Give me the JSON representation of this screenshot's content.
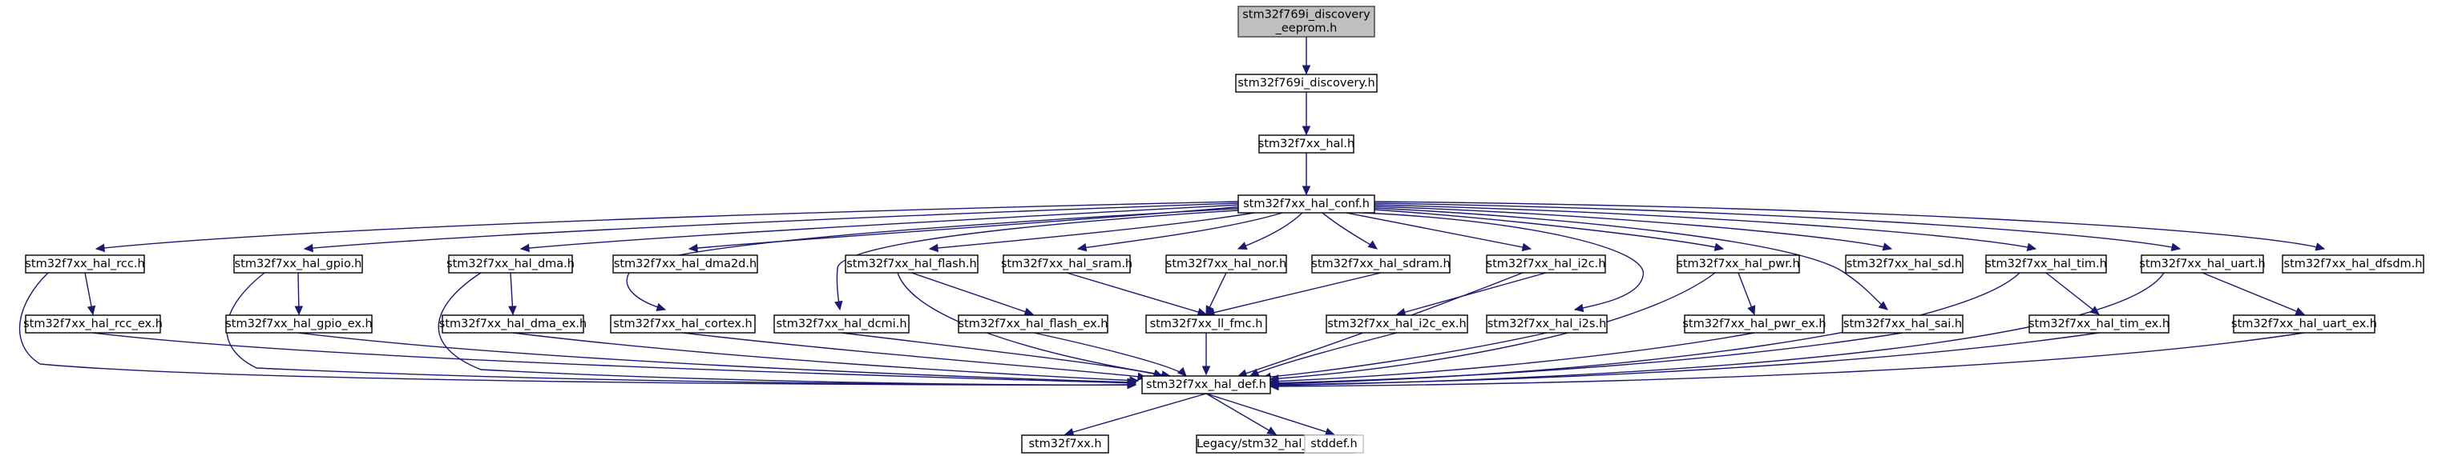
{
  "diagram": {
    "colors": {
      "edge": "#191970",
      "root_fill": "#bfbfbf",
      "node_border": "#000000",
      "external_border": "#bfbfbf"
    },
    "nodes": [
      {
        "id": "eeprom",
        "lines": [
          "stm32f769i_discovery",
          "_eeprom.h"
        ],
        "kind": "root"
      },
      {
        "id": "discovery",
        "lines": [
          "stm32f769i_discovery.h"
        ]
      },
      {
        "id": "hal",
        "lines": [
          "stm32f7xx_hal.h"
        ]
      },
      {
        "id": "conf",
        "lines": [
          "stm32f7xx_hal_conf.h"
        ]
      },
      {
        "id": "rcc",
        "lines": [
          "stm32f7xx_hal_rcc.h"
        ]
      },
      {
        "id": "gpio",
        "lines": [
          "stm32f7xx_hal_gpio.h"
        ]
      },
      {
        "id": "dma",
        "lines": [
          "stm32f7xx_hal_dma.h"
        ]
      },
      {
        "id": "dma2d",
        "lines": [
          "stm32f7xx_hal_dma2d.h"
        ]
      },
      {
        "id": "flash",
        "lines": [
          "stm32f7xx_hal_flash.h"
        ]
      },
      {
        "id": "sram",
        "lines": [
          "stm32f7xx_hal_sram.h"
        ]
      },
      {
        "id": "nor",
        "lines": [
          "stm32f7xx_hal_nor.h"
        ]
      },
      {
        "id": "sdram",
        "lines": [
          "stm32f7xx_hal_sdram.h"
        ]
      },
      {
        "id": "i2c",
        "lines": [
          "stm32f7xx_hal_i2c.h"
        ]
      },
      {
        "id": "pwr",
        "lines": [
          "stm32f7xx_hal_pwr.h"
        ]
      },
      {
        "id": "sd",
        "lines": [
          "stm32f7xx_hal_sd.h"
        ]
      },
      {
        "id": "tim",
        "lines": [
          "stm32f7xx_hal_tim.h"
        ]
      },
      {
        "id": "uart",
        "lines": [
          "stm32f7xx_hal_uart.h"
        ]
      },
      {
        "id": "dfsdm",
        "lines": [
          "stm32f7xx_hal_dfsdm.h"
        ]
      },
      {
        "id": "rcc_ex",
        "lines": [
          "stm32f7xx_hal_rcc_ex.h"
        ]
      },
      {
        "id": "gpio_ex",
        "lines": [
          "stm32f7xx_hal_gpio_ex.h"
        ]
      },
      {
        "id": "dma_ex",
        "lines": [
          "stm32f7xx_hal_dma_ex.h"
        ]
      },
      {
        "id": "cortex",
        "lines": [
          "stm32f7xx_hal_cortex.h"
        ]
      },
      {
        "id": "dcmi",
        "lines": [
          "stm32f7xx_hal_dcmi.h"
        ]
      },
      {
        "id": "flash_ex",
        "lines": [
          "stm32f7xx_hal_flash_ex.h"
        ]
      },
      {
        "id": "ll_fmc",
        "lines": [
          "stm32f7xx_ll_fmc.h"
        ]
      },
      {
        "id": "i2c_ex",
        "lines": [
          "stm32f7xx_hal_i2c_ex.h"
        ]
      },
      {
        "id": "i2s",
        "lines": [
          "stm32f7xx_hal_i2s.h"
        ]
      },
      {
        "id": "pwr_ex",
        "lines": [
          "stm32f7xx_hal_pwr_ex.h"
        ]
      },
      {
        "id": "sai",
        "lines": [
          "stm32f7xx_hal_sai.h"
        ]
      },
      {
        "id": "tim_ex",
        "lines": [
          "stm32f7xx_hal_tim_ex.h"
        ]
      },
      {
        "id": "uart_ex",
        "lines": [
          "stm32f7xx_hal_uart_ex.h"
        ]
      },
      {
        "id": "def",
        "lines": [
          "stm32f7xx_hal_def.h"
        ]
      },
      {
        "id": "f7xx",
        "lines": [
          "stm32f7xx.h"
        ]
      },
      {
        "id": "legacy",
        "lines": [
          "Legacy/stm32_hal_legacy.h"
        ]
      },
      {
        "id": "stddef",
        "lines": [
          "stddef.h"
        ],
        "kind": "external"
      }
    ],
    "edges": [
      [
        "eeprom",
        "discovery"
      ],
      [
        "discovery",
        "hal"
      ],
      [
        "hal",
        "conf"
      ],
      [
        "conf",
        "rcc"
      ],
      [
        "conf",
        "gpio"
      ],
      [
        "conf",
        "dma"
      ],
      [
        "conf",
        "dma2d"
      ],
      [
        "conf",
        "cortex"
      ],
      [
        "conf",
        "dcmi"
      ],
      [
        "conf",
        "flash"
      ],
      [
        "conf",
        "sram"
      ],
      [
        "conf",
        "nor"
      ],
      [
        "conf",
        "sdram"
      ],
      [
        "conf",
        "i2c"
      ],
      [
        "conf",
        "i2s"
      ],
      [
        "conf",
        "pwr"
      ],
      [
        "conf",
        "sai"
      ],
      [
        "conf",
        "sd"
      ],
      [
        "conf",
        "tim"
      ],
      [
        "conf",
        "uart"
      ],
      [
        "conf",
        "dfsdm"
      ],
      [
        "rcc",
        "rcc_ex"
      ],
      [
        "rcc",
        "def"
      ],
      [
        "rcc_ex",
        "def"
      ],
      [
        "gpio",
        "gpio_ex"
      ],
      [
        "gpio",
        "def"
      ],
      [
        "gpio_ex",
        "def"
      ],
      [
        "dma",
        "dma_ex"
      ],
      [
        "dma",
        "def"
      ],
      [
        "dma_ex",
        "def"
      ],
      [
        "cortex",
        "def"
      ],
      [
        "dcmi",
        "def"
      ],
      [
        "flash",
        "flash_ex"
      ],
      [
        "flash",
        "def"
      ],
      [
        "flash_ex",
        "def"
      ],
      [
        "sram",
        "ll_fmc"
      ],
      [
        "nor",
        "ll_fmc"
      ],
      [
        "sdram",
        "ll_fmc"
      ],
      [
        "ll_fmc",
        "def"
      ],
      [
        "i2c",
        "i2c_ex"
      ],
      [
        "i2c",
        "def"
      ],
      [
        "i2c_ex",
        "def"
      ],
      [
        "i2s",
        "def"
      ],
      [
        "pwr",
        "pwr_ex"
      ],
      [
        "pwr",
        "def"
      ],
      [
        "pwr_ex",
        "def"
      ],
      [
        "sai",
        "def"
      ],
      [
        "tim",
        "tim_ex"
      ],
      [
        "tim",
        "def"
      ],
      [
        "tim_ex",
        "def"
      ],
      [
        "uart",
        "uart_ex"
      ],
      [
        "uart",
        "def"
      ],
      [
        "uart_ex",
        "def"
      ],
      [
        "def",
        "f7xx"
      ],
      [
        "def",
        "legacy"
      ],
      [
        "def",
        "stddef"
      ]
    ]
  }
}
